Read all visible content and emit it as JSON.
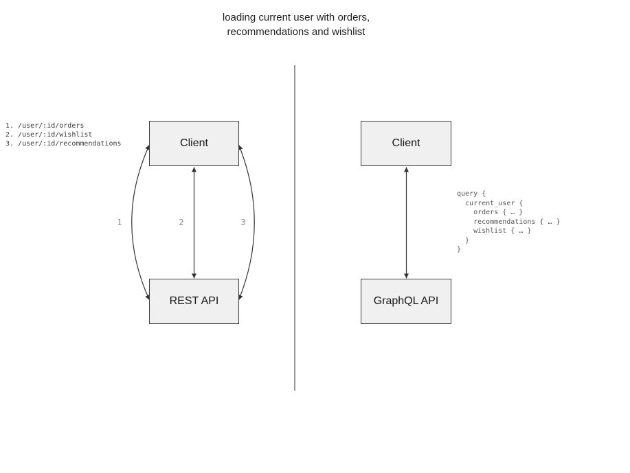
{
  "title": "loading current user with orders,\nrecommendations and wishlist",
  "left_panel": {
    "endpoints_code": "1. /user/:id/orders\n2. /user/:id/wishlist\n3. /user/:id/recommendations",
    "client_label": "Client",
    "api_label": "REST API",
    "arrow_labels": [
      "1",
      "2",
      "3"
    ]
  },
  "right_panel": {
    "client_label": "Client",
    "api_label": "GraphQL API",
    "query_code": "query {\n  current_user {\n    orders { … }\n    recommendations { … }\n    wishlist { … }\n  }\n}"
  },
  "colors": {
    "background": "#ffffff",
    "box_fill": "#f0f0f0",
    "box_border": "#3c3c3c",
    "arrow": "#333333",
    "divider": "#707070",
    "label_gray": "#8a8a8a",
    "code_dark": "#3a3a3a",
    "code_gray": "#565656"
  }
}
